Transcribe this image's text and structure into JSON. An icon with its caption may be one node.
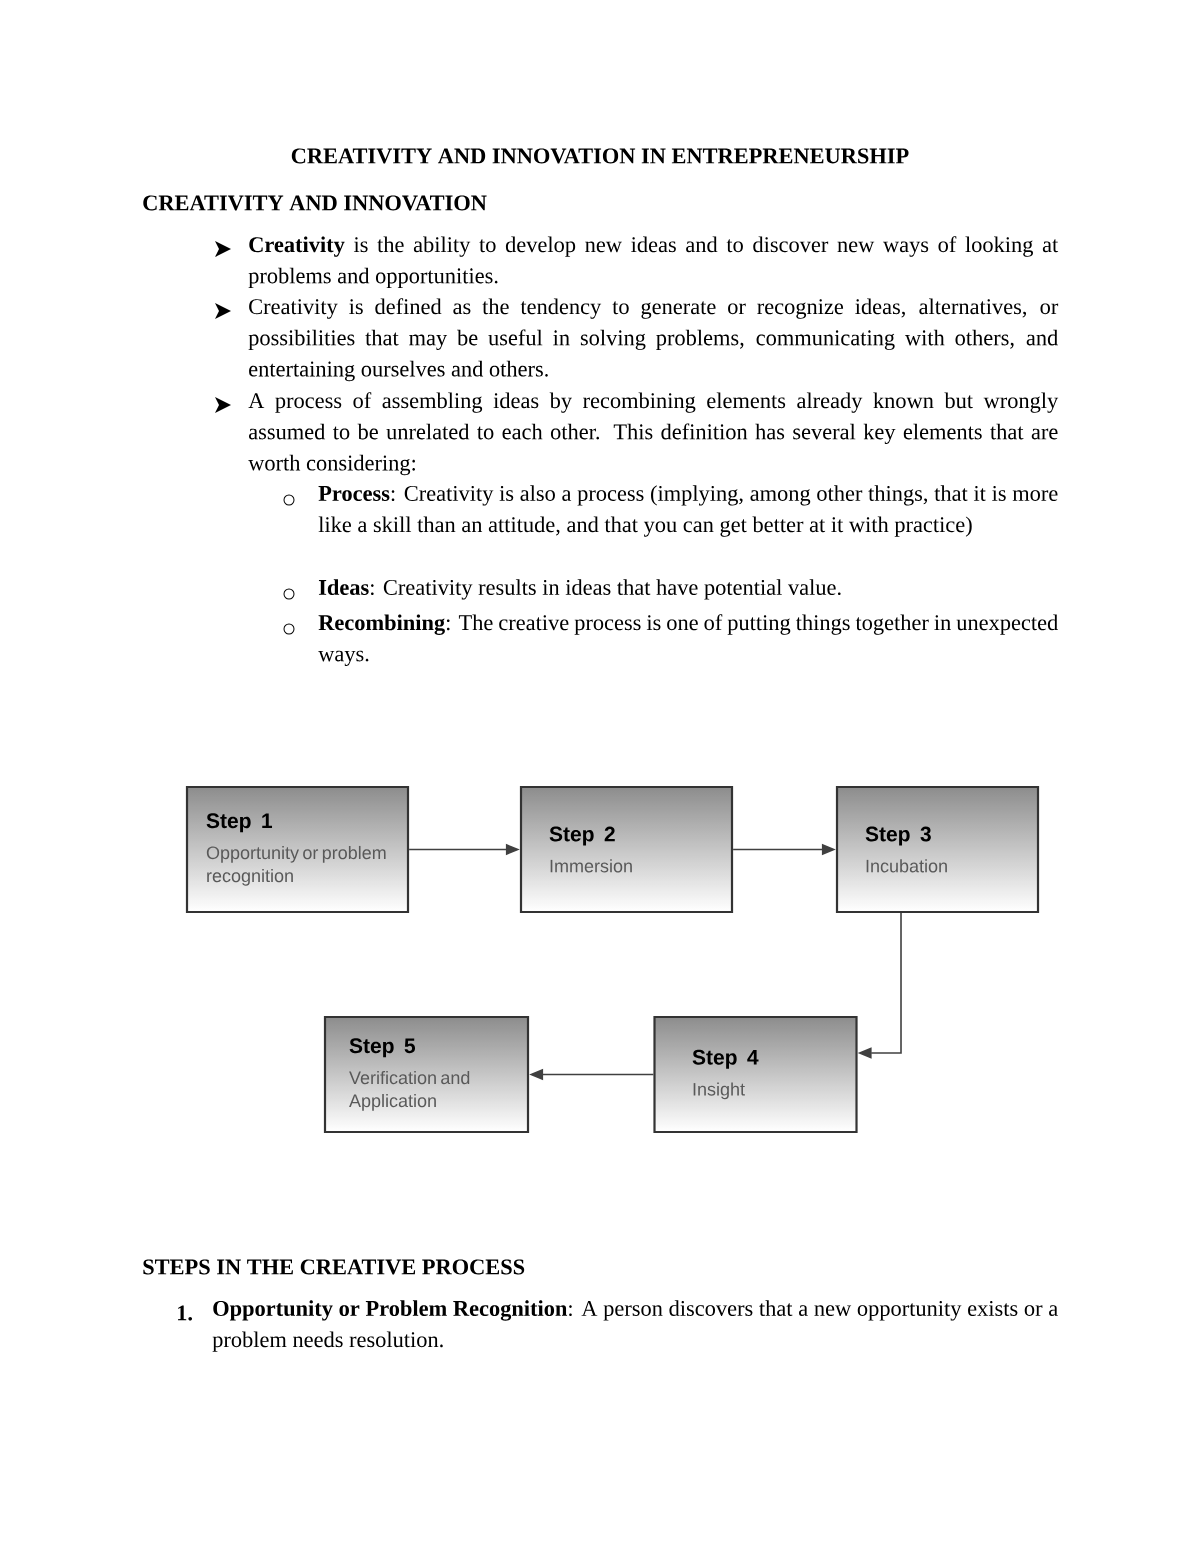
{
  "diagram": {
    "title": "CREATIVITY AND INNOVATION IN ENTREPRENEURSHIP",
    "nodes": [
      {
        "text": [
          "Step 1",
          "Opportunity or problem recognition"
        ]
      },
      {
        "text": [
          "Step 2",
          "Immersion"
        ]
      },
      {
        "text": [
          "Step 3",
          "Incubation"
        ]
      },
      {
        "text": [
          "Step 4",
          "Insight"
        ]
      },
      {
        "text": [
          "Step 5",
          "Verification and Application"
        ]
      }
    ],
    "edges": [
      {
        "from": 0,
        "to": 1,
        "arrow": "to"
      },
      {
        "from": 1,
        "to": 2,
        "arrow": "to"
      },
      {
        "from": 2,
        "to": 3,
        "arrow": "to"
      },
      {
        "from": 3,
        "to": 4,
        "arrow": "to"
      }
    ],
    "labels": [
      "CREATIVITY AND INNOVATION",
      "**Creativity** is the ability to develop new ideas and to discover new ways of looking at problems and opportunities.",
      "Creativity is defined as the tendency to generate or recognize ideas, alternatives, or possibilities that may be useful in solving problems, communicating with others, and entertaining ourselves and others.",
      "A process of assembling ideas by recombining elements already known but wrongly assumed to be unrelated to each other. This definition has several key elements that are worth considering:",
      "**Process**: Creativity is also a process (implying, among other things, that it is more like a skill than an attitude, and that you can get better at it with practice)",
      "**Ideas**: Creativity results in ideas that have potential value.",
      "**Recombining**: The creative process is one of putting things together in unexpected ways.",
      "STEPS IN THE CREATIVE PROCESS",
      "1.",
      "**Opportunity or Problem Recognition**: A person discovers that a new opportunity exists or a problem needs resolution."
    ]
  }
}
